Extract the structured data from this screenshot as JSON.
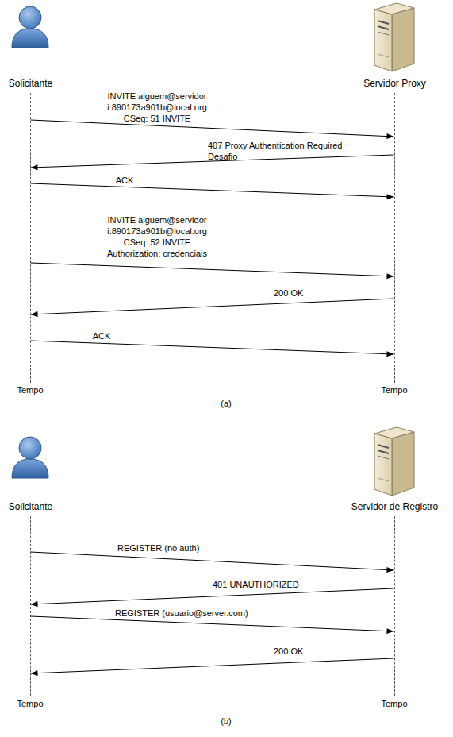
{
  "diagram": {
    "nodes": [
      {
        "text": [
          "Solicitante"
        ]
      },
      {
        "text": [
          "Servidor Proxy"
        ]
      },
      {
        "text": [
          "Solicitante"
        ]
      },
      {
        "text": [
          "Servidor de Registro"
        ]
      }
    ],
    "edges": [
      {
        "from": 0,
        "to": 1,
        "arrow": "to",
        "label": "INVITE alguem@servidor i:890173a901b@local.org CSeq: 51 INVITE"
      },
      {
        "from": 1,
        "to": 0,
        "arrow": "to",
        "label": "407 Proxy Authentication Required Desafio"
      },
      {
        "from": 0,
        "to": 1,
        "arrow": "to",
        "label": "ACK"
      },
      {
        "from": 0,
        "to": 1,
        "arrow": "to",
        "label": "INVITE alguem@servidor i:890173a901b@local.org CSeq: 52 INVITE Authorization: credenciais"
      },
      {
        "from": 1,
        "to": 0,
        "arrow": "to",
        "label": "200 OK"
      },
      {
        "from": 0,
        "to": 1,
        "arrow": "to",
        "label": "ACK"
      },
      {
        "from": 2,
        "to": 3,
        "arrow": "to",
        "label": "REGISTER (no auth)"
      },
      {
        "from": 3,
        "to": 2,
        "arrow": "to",
        "label": "401 UNAUTHORIZED"
      },
      {
        "from": 2,
        "to": 3,
        "arrow": "to",
        "label": "REGISTER (usuario@server.com)"
      },
      {
        "from": 3,
        "to": 2,
        "arrow": "to",
        "label": "200 OK"
      }
    ],
    "labels": [
      "Tempo",
      "Tempo",
      "(a)",
      "Tempo",
      "Tempo",
      "(b)"
    ]
  }
}
